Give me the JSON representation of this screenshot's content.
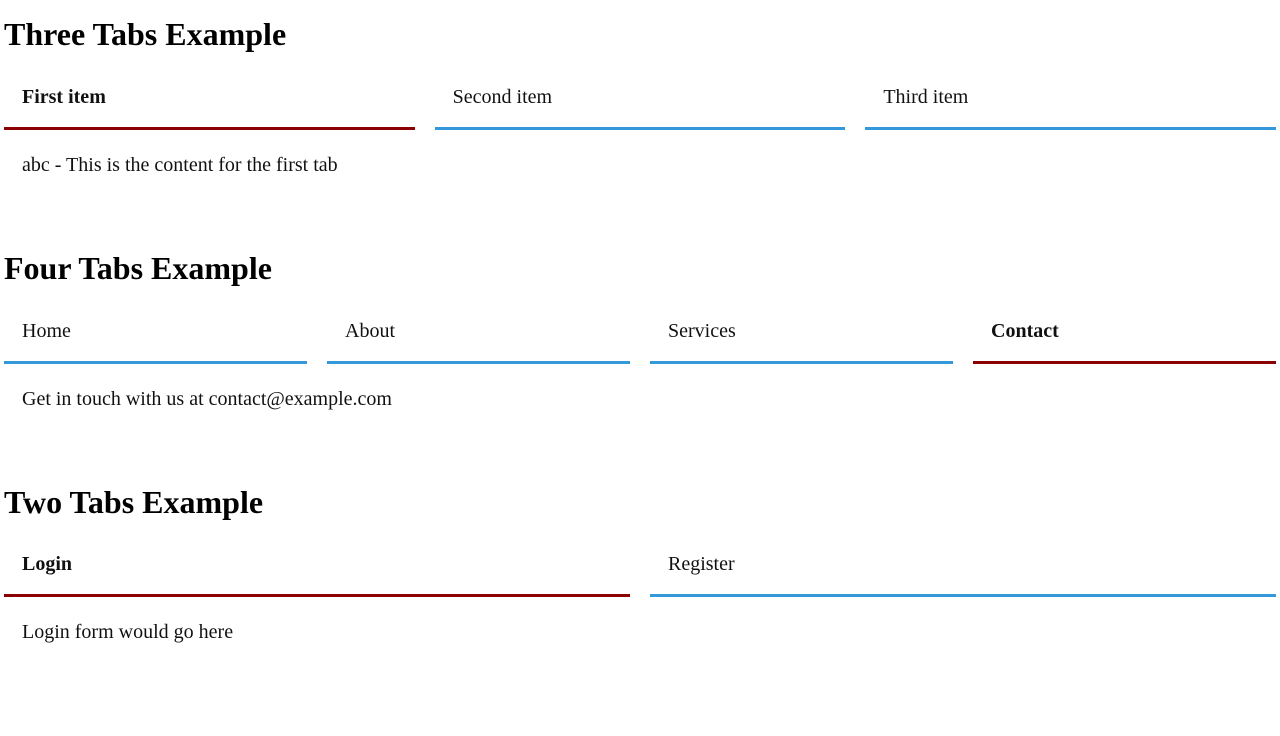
{
  "page": {
    "background_color": "#ffffff",
    "text_color": "#111111",
    "active_tab_color": "#8b0000",
    "inactive_tab_color": "#3498db"
  },
  "sections": [
    {
      "id": "three-tabs",
      "heading": "Three Tabs Example",
      "tabs": [
        {
          "label": "First item",
          "active": true
        },
        {
          "label": "Second item",
          "active": false
        },
        {
          "label": "Third item",
          "active": false
        }
      ],
      "panel": "abc - This is the content for the first tab"
    },
    {
      "id": "four-tabs",
      "heading": "Four Tabs Example",
      "tabs": [
        {
          "label": "Home",
          "active": false
        },
        {
          "label": "About",
          "active": false
        },
        {
          "label": "Services",
          "active": false
        },
        {
          "label": "Contact",
          "active": true
        }
      ],
      "panel": "Get in touch with us at contact@example.com"
    },
    {
      "id": "two-tabs",
      "heading": "Two Tabs Example",
      "tabs": [
        {
          "label": "Login",
          "active": true
        },
        {
          "label": "Register",
          "active": false
        }
      ],
      "panel": "Login form would go here"
    }
  ]
}
